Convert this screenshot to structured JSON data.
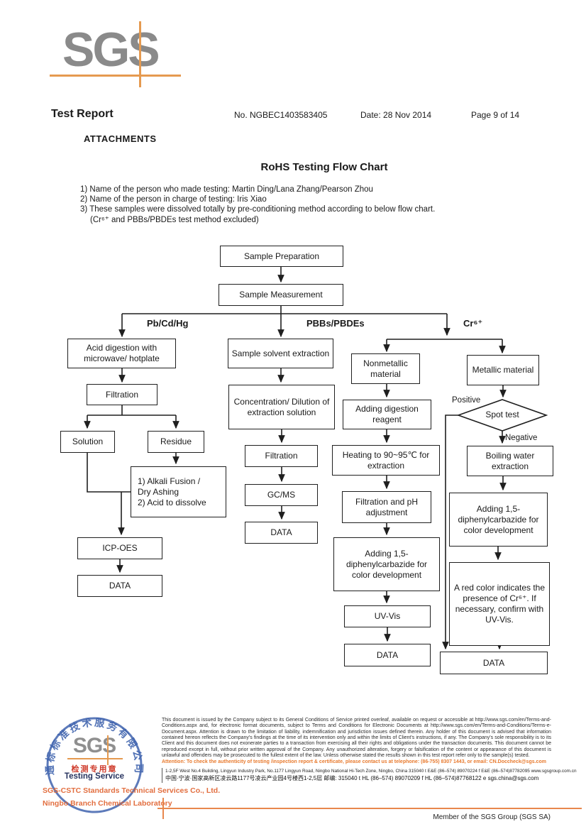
{
  "page": {
    "logo": "SGS",
    "title": "Test Report",
    "report_no": "No. NGBEC1403583405",
    "date": "Date: 28 Nov 2014",
    "page_no": "Page 9 of 14",
    "attachments": "ATTACHMENTS",
    "chart_title": "RoHS Testing Flow Chart",
    "notes": [
      "1) Name of the person who made testing: Martin Ding/Lana Zhang/Pearson Zhou",
      "2) Name of the person in charge of testing: Iris Xiao",
      "3) These samples were dissolved totally by pre-conditioning method according to below flow chart.",
      "(Cr⁶⁺ and PBBs/PBDEs test method excluded)"
    ]
  },
  "flowchart": {
    "branches": {
      "left": "Pb/Cd/Hg",
      "middle": "PBBs/PBDEs",
      "right": "Cr⁶⁺"
    },
    "decision_labels": {
      "positive": "Positive",
      "negative": "Negative"
    },
    "nodes": {
      "sample_preparation": "Sample Preparation",
      "sample_measurement": "Sample Measurement",
      "acid_digestion": "Acid digestion with microwave/ hotplate",
      "sample_solvent_extraction": "Sample solvent extraction",
      "nonmetallic_material": "Nonmetallic material",
      "metallic_material": "Metallic material",
      "filtration_pb": "Filtration",
      "concentration_dilution": "Concentration/ Dilution of extraction solution",
      "adding_digestion_reagent": "Adding digestion reagent",
      "solution": "Solution",
      "residue": "Residue",
      "spot_test": "Spot test",
      "filtration_pbb": "Filtration",
      "heating": "Heating to 90~95℃ for extraction",
      "boiling_water": "Boiling water extraction",
      "alkali_fusion": "1) Alkali Fusion /\n     Dry Ashing\n2) Acid to dissolve",
      "gc_ms": "GC/MS",
      "filtration_ph": "Filtration and pH adjustment",
      "adding_dpc_metallic": "Adding 1,5-diphenylcarbazide for color development",
      "data_pbb": "DATA",
      "icp_oes": "ICP-OES",
      "adding_dpc_nonmetallic": "Adding 1,5-diphenylcarbazide for color development",
      "red_color_note": "A red color indicates the presence of Cr⁶⁺. If necessary, confirm with UV-Vis.",
      "data_pb": "DATA",
      "uv_vis": "UV-Vis",
      "data_nonmetallic": "DATA",
      "data_metallic": "DATA"
    }
  },
  "footer": {
    "legal": "This document is issued by the Company subject to its General Conditions of Service printed overleaf, available on request or accessible at http://www.sgs.com/en/Terms-and-Conditions.aspx and, for electronic format documents, subject to Terms and Conditions for Electronic Documents at http://www.sgs.com/en/Terms-and-Conditions/Terms-e-Document.aspx. Attention is drawn to the limitation of liability, indemnification and jurisdiction issues defined therein. Any holder of this document is advised that information contained hereon reflects the Company's findings at the time of its intervention only and within the limits of Client's instructions, if any. The Company's sole responsibility is to its Client and this document does not exonerate parties to a transaction from exercising all their rights and obligations under the transaction documents. This document cannot be reproduced except in full, without prior written approval of the Company. Any unauthorized alteration, forgery or falsification of the content or appearance of this document is unlawful and offenders may be prosecuted to the fullest extent of the law. Unless otherwise stated the results shown in this test report refer only to the sample(s) tested.",
    "attention": "Attention: To check the authenticity of testing /inspection report & certificate, please contact us at telephone: (86-755) 8307 1443, or email: CN.Doccheck@sgs.com",
    "address_en": "1-2,5F West No.4 Building, Lingyun Industry Park, No.1177 Lingyun Road, Ningbo National Hi-Tech Zone, Ningbo, China 315040   t E&E (86–574) 89070224   f E&E (86–574)87782095   www.sgsgroup.com.cn",
    "address_cn": "中国·宁波·国家高新区凌云路1177号凌云产业园4号楼西1-2,5层   邮编: 315040   t HL (86–574) 89070209   f HL (86–574)87768122   e   sgs.china@sgs.com",
    "member": "Member of the SGS Group (SGS SA)",
    "stamp": {
      "ring_text": "通标标准技术服务有限公司",
      "logo": "SGS",
      "cn_label": "检测专用章",
      "en_label": "Testing Service"
    },
    "company_line1": "SGS-CSTC Standards Technical Services Co., Ltd.",
    "company_line2": "Ningbo Branch Chemical Laboratory"
  },
  "colors": {
    "accent_orange": "#e59a50",
    "attention_orange": "#e87a2e",
    "stamp_blue": "#3f63ae",
    "stamp_red": "#cf3a2a",
    "company_orange": "#e0622f",
    "logo_gray": "#8a8a8a"
  }
}
